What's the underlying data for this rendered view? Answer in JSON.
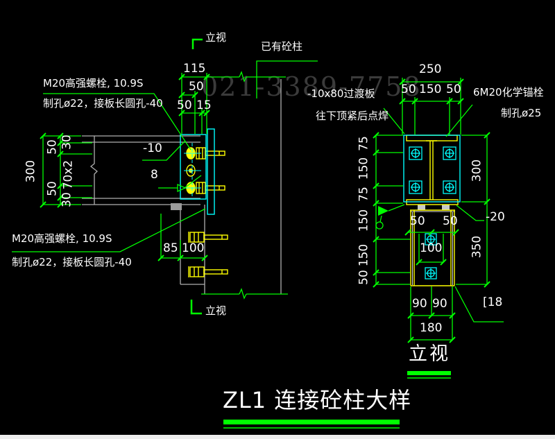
{
  "watermark": "021-3389-7758",
  "title": {
    "text": "ZL1 连接砼柱大样"
  },
  "left_view": {
    "view_label_top": "立视",
    "view_label_bottom": "立视",
    "note_upper_line1": "M20高强螺栓, 10.9S",
    "note_upper_line2": "制孔ø22，接板长圆孔-40",
    "note_lower_line1": "M20高强螺栓, 10.9S",
    "note_lower_line2": "制孔ø22，接板长圆孔-40",
    "label_existing_column": "已有砼柱",
    "label_plate": "-10",
    "label_weld": "8",
    "dim_total_width": "115",
    "dim_w50_upper": "50",
    "dim_w50_lower": "50",
    "dim_w15": "15",
    "dim_total_height": "300",
    "dim_h30_top": "30",
    "dim_h50_top": "50",
    "dim_h70x2": "70x2",
    "dim_h50_bot": "50",
    "dim_h30_bot": "30",
    "dim_85": "85",
    "dim_100": "100"
  },
  "right_view": {
    "label_transition_plate": "-10x80过渡板",
    "label_transition_note": "往下顶紧后点焊",
    "label_anchor_bolt": "6M20化学锚栓",
    "label_anchor_hole": "制孔ø25",
    "dim_total_width": "250",
    "dim_w_chain": [
      "50",
      "150",
      "50"
    ],
    "dim_left_chain": [
      "75",
      "150",
      "75",
      "150",
      "150",
      "50"
    ],
    "dim_plate_height": "300",
    "label_shim": "-20",
    "dim_lower_height": "350",
    "dim_bolt_left": "50",
    "dim_bolt_right": "50",
    "dim_bolt_spacing": "100",
    "dim_90_left": "90",
    "dim_90_right": "90",
    "dim_180": "180",
    "label_channel": "[18",
    "view_title": "立视"
  }
}
